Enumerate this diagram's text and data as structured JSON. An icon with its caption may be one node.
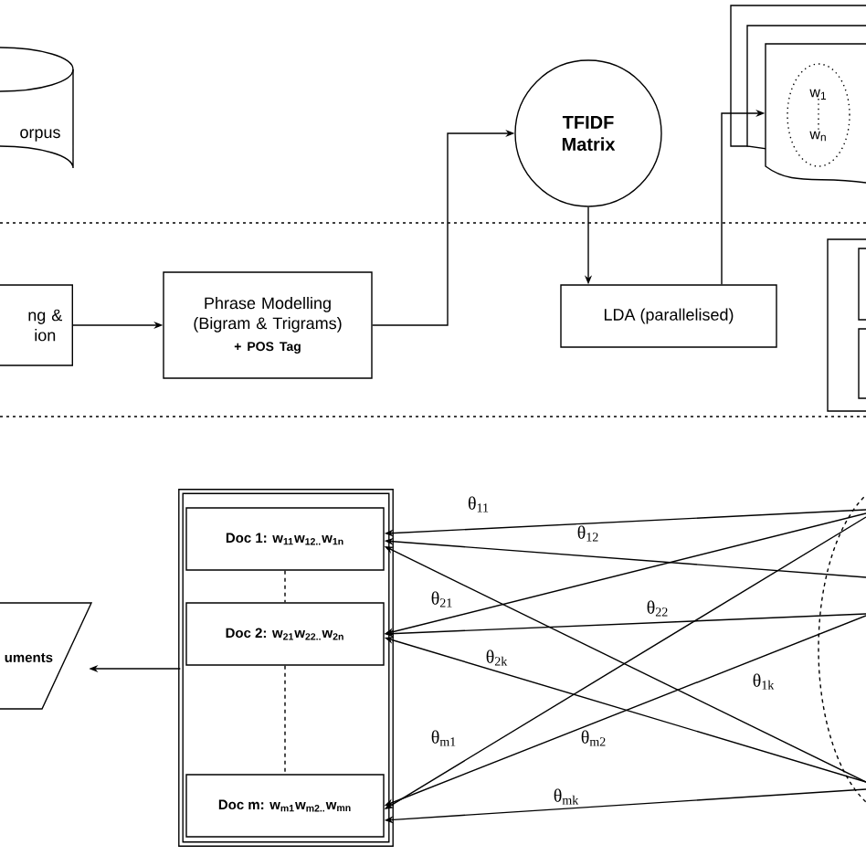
{
  "diagram": {
    "nodes": [
      {
        "text": [
          "orpus"
        ]
      },
      {
        "text": [
          "TFIDF Matrix"
        ]
      },
      {
        "text": [],
        "shape": "document"
      },
      {
        "text": [
          "w$_{1}$",
          "w$_{n}$"
        ],
        "in": 2
      },
      {
        "text": [
          "ng & ion"
        ]
      },
      {
        "text": [
          "Phrase Modelling (Bigram & Trigrams)",
          "+ POS Tag"
        ]
      },
      {
        "text": [
          "LDA (parallelised)"
        ]
      },
      {
        "text": [],
        "shape": "box"
      },
      {
        "text": [],
        "shape": "box",
        "in": 7
      },
      {
        "text": [],
        "shape": "box",
        "in": 7
      },
      {
        "text": [
          "uments"
        ]
      },
      {
        "text": [],
        "shape": "box"
      },
      {
        "text": [
          "Doc 1: w$_{11}$w$_{12..}$w$_{1n}$"
        ],
        "in": 11
      },
      {
        "text": [
          "Doc 2: w$_{21}$w$_{22..}$w$_{2n}$"
        ],
        "in": 11
      },
      {
        "text": [
          "Doc m: w$_{m1}$w$_{m2..}$w$_{mn}$"
        ],
        "in": 11
      },
      {
        "text": [],
        "shape": "ellipse"
      }
    ],
    "edges": [
      {
        "from": 4,
        "to": 5,
        "arrow": "to"
      },
      {
        "from": 5,
        "to": 1,
        "arrow": "to"
      },
      {
        "from": 1,
        "to": 6,
        "arrow": "to"
      },
      {
        "from": 6,
        "to": 2,
        "arrow": "to"
      },
      {
        "from": 11,
        "to": 10,
        "arrow": "to"
      },
      {
        "from": 12,
        "to": 13,
        "arrow": "none",
        "style": "dashed"
      },
      {
        "from": 13,
        "to": 14,
        "arrow": "none",
        "style": "dashed"
      },
      {
        "from": 15,
        "to": 12,
        "arrow": "to",
        "label": "θ$_{11}$"
      },
      {
        "from": 15,
        "to": 12,
        "arrow": "to",
        "label": "θ$_{12}$"
      },
      {
        "from": 15,
        "to": 12,
        "arrow": "to",
        "label": "θ$_{1k}$"
      },
      {
        "from": 15,
        "to": 13,
        "arrow": "to",
        "label": "θ$_{21}$"
      },
      {
        "from": 15,
        "to": 13,
        "arrow": "to",
        "label": "θ$_{22}$"
      },
      {
        "from": 15,
        "to": 13,
        "arrow": "to",
        "label": "θ$_{2k}$"
      },
      {
        "from": 15,
        "to": 14,
        "arrow": "to",
        "label": "θ$_{m1}$"
      },
      {
        "from": 15,
        "to": 14,
        "arrow": "to",
        "label": "θ$_{m2}$"
      },
      {
        "from": 15,
        "to": 14,
        "arrow": "to",
        "label": "θ$_{mk}$"
      }
    ]
  }
}
